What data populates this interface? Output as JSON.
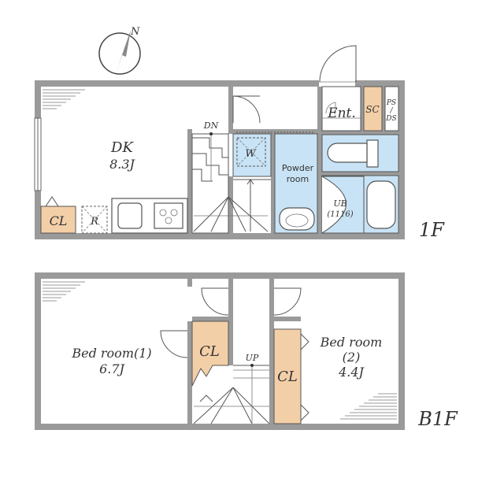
{
  "compass": {
    "north_label": "N"
  },
  "floor1": {
    "level_label": "1F",
    "dk_name": "DK",
    "dk_size": "8.3J",
    "down_label": "DN",
    "closet_label": "CL",
    "fridge_label": "R",
    "washer_label": "W",
    "powder_line1": "Powder",
    "powder_line2": "room",
    "entrance_label": "Ent.",
    "shoe_closet_label": "SC",
    "ps_label": "PS",
    "slash_label": "/",
    "ds_label": "DS",
    "bath_label": "UB",
    "bath_size": "(1116)"
  },
  "floor2": {
    "level_label": "B1F",
    "bed1_name": "Bed room(1)",
    "bed1_size": "6.7J",
    "bed2_line1": "Bed room",
    "bed2_line2": "(2)",
    "bed2_size": "4.4J",
    "closet1_label": "CL",
    "closet2_label": "CL",
    "up_label": "UP"
  },
  "colors": {
    "wall": "#9a9a9a",
    "closet": "#f3cfa7",
    "wet_area": "#c8e3f5",
    "text": "#333333"
  }
}
